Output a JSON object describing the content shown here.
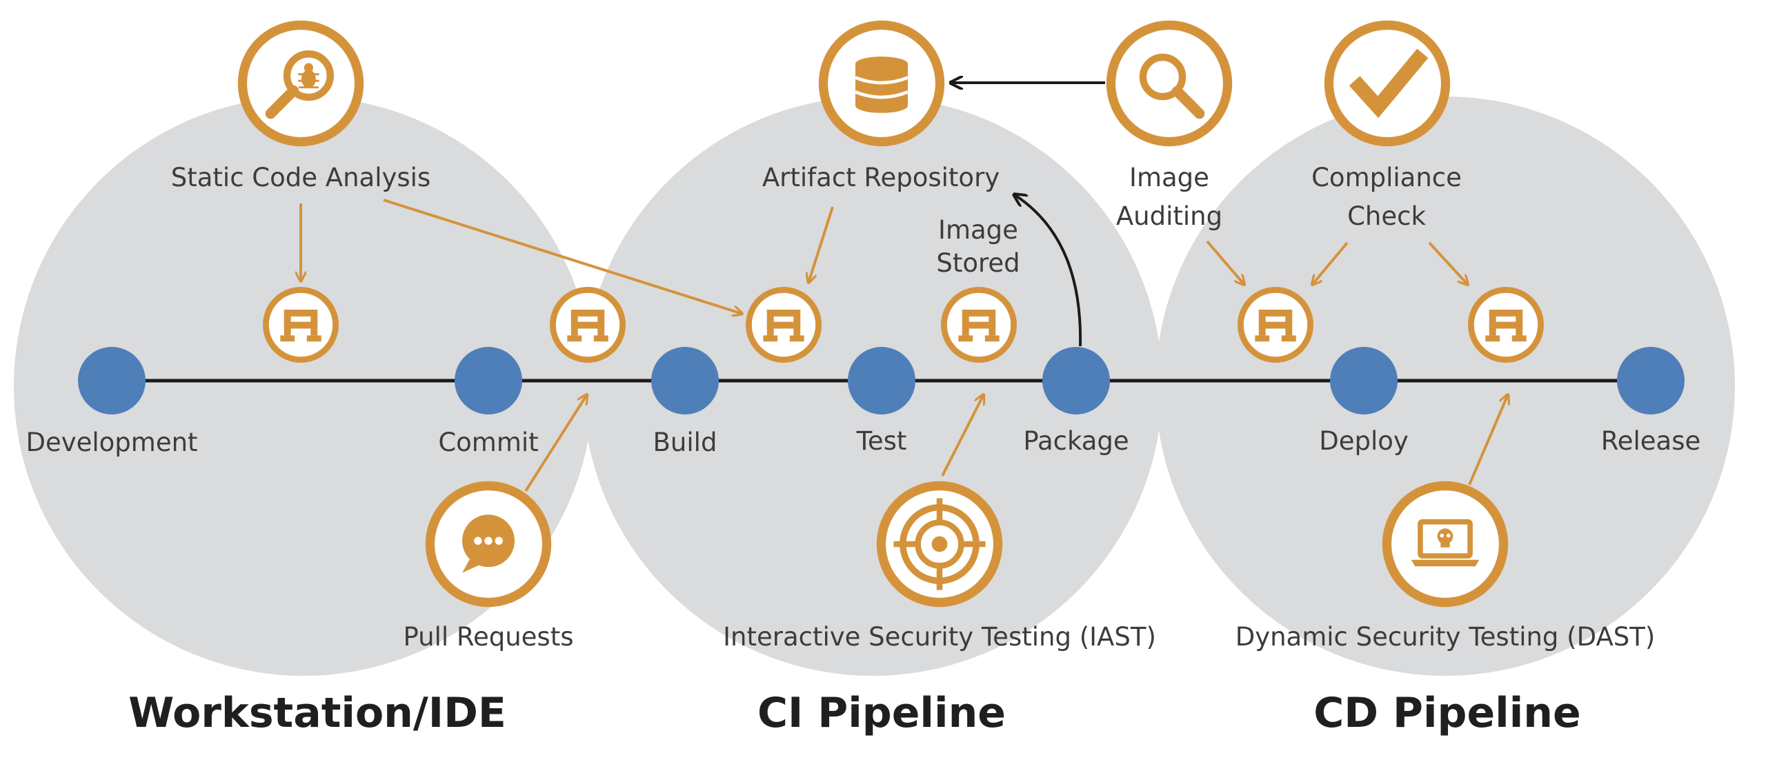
{
  "colors": {
    "circle_bg": "#dadbdd",
    "pipeline_line": "#1b1b1b",
    "stage_node": "#4f7fb8",
    "accent": "#d4933b",
    "text": "#3c3c3c",
    "title": "#1f1f1f"
  },
  "sections": [
    {
      "key": "workstation",
      "title": "Workstation/IDE"
    },
    {
      "key": "ci",
      "title": "CI Pipeline"
    },
    {
      "key": "cd",
      "title": "CD Pipeline"
    }
  ],
  "stages": [
    {
      "key": "development",
      "label": "Development"
    },
    {
      "key": "commit",
      "label": "Commit"
    },
    {
      "key": "build",
      "label": "Build"
    },
    {
      "key": "test",
      "label": "Test"
    },
    {
      "key": "package",
      "label": "Package"
    },
    {
      "key": "deploy",
      "label": "Deploy"
    },
    {
      "key": "release",
      "label": "Release"
    }
  ],
  "tools": [
    {
      "key": "static_code_analysis",
      "label": "Static Code Analysis",
      "icon": "bug-magnifier-icon"
    },
    {
      "key": "artifact_repository",
      "label": "Artifact Repository",
      "icon": "database-icon"
    },
    {
      "key": "image_auditing",
      "label_lines": [
        "Image",
        "Auditing"
      ],
      "icon": "magnifier-icon"
    },
    {
      "key": "compliance_check",
      "label_lines": [
        "Compliance",
        "Check"
      ],
      "icon": "checkmark-icon"
    },
    {
      "key": "pull_requests",
      "label": "Pull Requests",
      "icon": "chat-bubble-icon"
    },
    {
      "key": "iast",
      "label": "Interactive Security Testing (IAST)",
      "icon": "target-icon"
    },
    {
      "key": "dast",
      "label": "Dynamic Security Testing (DAST)",
      "icon": "laptop-skull-icon"
    }
  ],
  "gates": [
    {
      "key": "gate_1",
      "icon": "gate-icon"
    },
    {
      "key": "gate_2",
      "icon": "gate-icon"
    },
    {
      "key": "gate_3",
      "icon": "gate-icon"
    },
    {
      "key": "gate_4",
      "icon": "gate-icon"
    },
    {
      "key": "gate_5",
      "icon": "gate-icon"
    },
    {
      "key": "gate_6",
      "icon": "gate-icon"
    }
  ],
  "annotations": {
    "image_stored": [
      "Image",
      "Stored"
    ]
  }
}
